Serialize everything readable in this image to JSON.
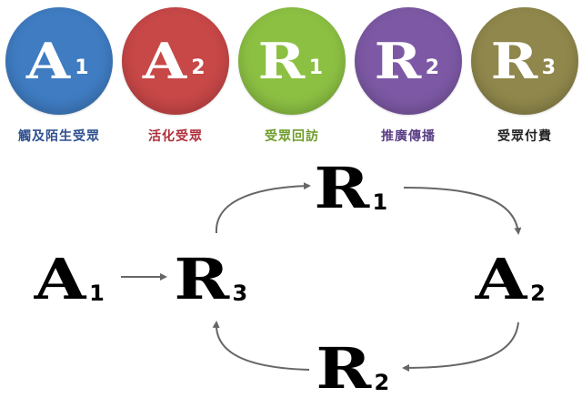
{
  "colors": {
    "a1": "#3f7cc2",
    "a2": "#c84747",
    "r1": "#8cc043",
    "r2": "#7d59a5",
    "r3": "#8f874b",
    "arrow": "#666666"
  },
  "stages": [
    {
      "letter": "A",
      "sub": "1",
      "label": "觸及陌生受眾"
    },
    {
      "letter": "A",
      "sub": "2",
      "label": "活化受眾"
    },
    {
      "letter": "R",
      "sub": "1",
      "label": "受眾回訪"
    },
    {
      "letter": "R",
      "sub": "2",
      "label": "推廣傳播"
    },
    {
      "letter": "R",
      "sub": "3",
      "label": "受眾付費"
    }
  ],
  "cycle": {
    "a1": {
      "letter": "A",
      "sub": "1"
    },
    "r3": {
      "letter": "R",
      "sub": "3"
    },
    "r1": {
      "letter": "R",
      "sub": "1"
    },
    "a2": {
      "letter": "A",
      "sub": "2"
    },
    "r2": {
      "letter": "R",
      "sub": "2"
    }
  }
}
